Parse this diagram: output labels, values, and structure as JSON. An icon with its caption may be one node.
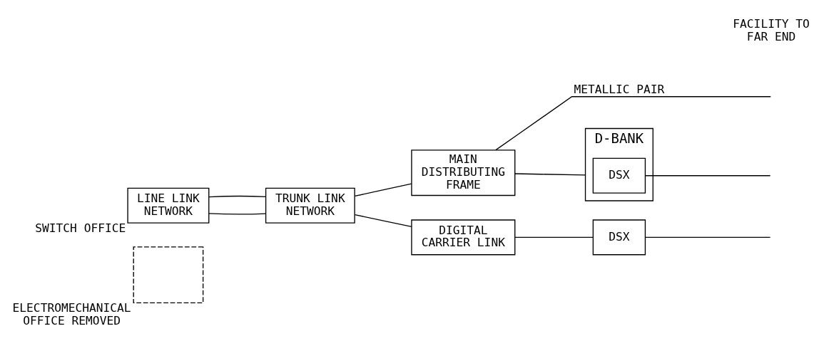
{
  "diagram": {
    "nodes": [
      {
        "text": [],
        "shape": "box",
        "beside": [
          "ELECTROMECHANICAL OFFICE REMOVED"
        ]
      },
      {
        "text": [
          "LINE LINK NETWORK"
        ],
        "beside": [
          "SWITCH OFFICE"
        ]
      },
      {
        "text": [
          "TRUNK LINK NETWORK"
        ]
      },
      {
        "text": [
          "MAIN DISTRIBUTING FRAME"
        ]
      },
      {
        "text": [
          "D-BANK"
        ]
      },
      {
        "text": [
          "DSX"
        ],
        "in": 4
      },
      {
        "text": [
          "DIGITAL CARRIER LINK"
        ]
      },
      {
        "text": [
          "DSX"
        ]
      }
    ],
    "edges": [
      {
        "from": 1,
        "to": 2,
        "arrow": "none"
      },
      {
        "from": 1,
        "to": 2,
        "arrow": "none"
      },
      {
        "from": 2,
        "to": 3,
        "arrow": "none"
      },
      {
        "from": 2,
        "to": 6,
        "arrow": "none"
      },
      {
        "from": 3,
        "to": null,
        "arrow": "none",
        "label": "METALLIC PAIR"
      },
      {
        "from": 3,
        "to": 4,
        "arrow": "none"
      },
      {
        "from": 5,
        "to": null,
        "arrow": "none"
      },
      {
        "from": 6,
        "to": 7,
        "arrow": "none"
      },
      {
        "from": 7,
        "to": null,
        "arrow": "none"
      }
    ],
    "labels": [
      "FACILITY TO FAR END"
    ]
  }
}
